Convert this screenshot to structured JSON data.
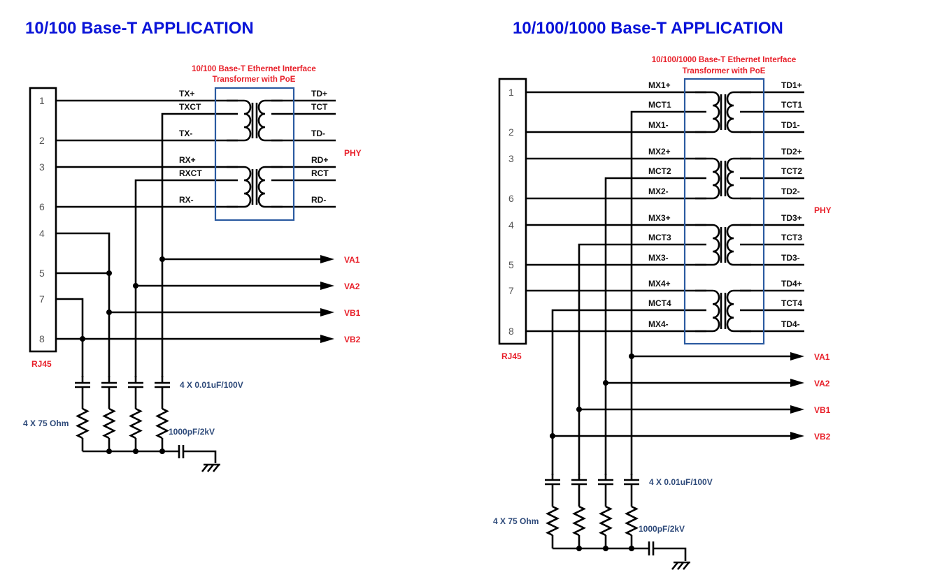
{
  "left": {
    "title": "10/100  Base-T  APPLICATION",
    "transformer_label": [
      "10/100 Base-T Ethernet Interface",
      "Transformer with PoE"
    ],
    "connector_label": "RJ45",
    "phy_label": "PHY",
    "pins": [
      "1",
      "2",
      "3",
      "6",
      "4",
      "5",
      "7",
      "8"
    ],
    "line_side_signals": [
      "TX+",
      "TXCT",
      "TX-",
      "RX+",
      "RXCT",
      "RX-"
    ],
    "phy_side_signals": [
      "TD+",
      "TCT",
      "TD-",
      "RD+",
      "RCT",
      "RD-"
    ],
    "power_outputs": [
      "VA1",
      "VA2",
      "VB1",
      "VB2"
    ],
    "capacitor_label": "4 X 0.01uF/100V",
    "resistor_label": "4 X 75 Ohm",
    "hv_cap_label": "1000pF/2kV"
  },
  "right": {
    "title": "10/100/1000  Base-T  APPLICATION",
    "transformer_label": [
      "10/100/1000 Base-T Ethernet Interface",
      "Transformer with PoE"
    ],
    "connector_label": "RJ45",
    "phy_label": "PHY",
    "pins": [
      "1",
      "2",
      "3",
      "6",
      "4",
      "5",
      "7",
      "8"
    ],
    "line_side_signals": [
      "MX1+",
      "MCT1",
      "MX1-",
      "MX2+",
      "MCT2",
      "MX2-",
      "MX3+",
      "MCT3",
      "MX3-",
      "MX4+",
      "MCT4",
      "MX4-"
    ],
    "phy_side_signals": [
      "TD1+",
      "TCT1",
      "TD1-",
      "TD2+",
      "TCT2",
      "TD2-",
      "TD3+",
      "TCT3",
      "TD3-",
      "TD4+",
      "TCT4",
      "TD4-"
    ],
    "power_outputs": [
      "VA1",
      "VA2",
      "VB1",
      "VB2"
    ],
    "capacitor_label": "4 X 0.01uF/100V",
    "resistor_label": "4 X 75 Ohm",
    "hv_cap_label": "1000pF/2kV"
  }
}
